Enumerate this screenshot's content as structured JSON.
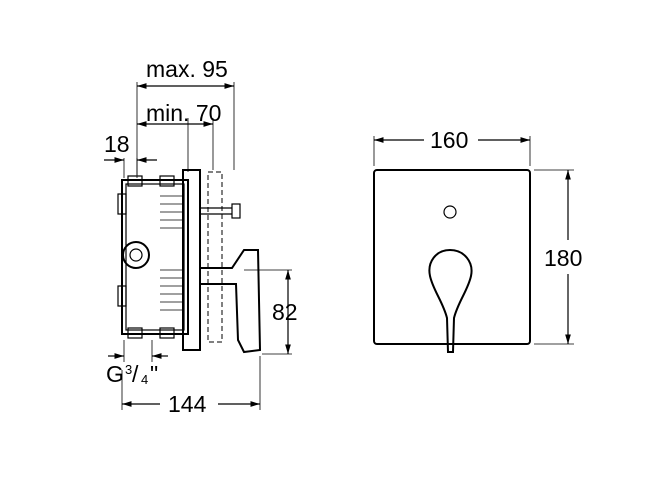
{
  "side_view": {
    "dim_max": "max. 95",
    "dim_min": "min. 70",
    "dim_18": "18",
    "dim_82": "82",
    "thread_g": "G",
    "thread_num": "3",
    "thread_den": "4",
    "thread_quote": "\"",
    "dim_144": "144"
  },
  "front_view": {
    "width": "160",
    "height": "180"
  }
}
